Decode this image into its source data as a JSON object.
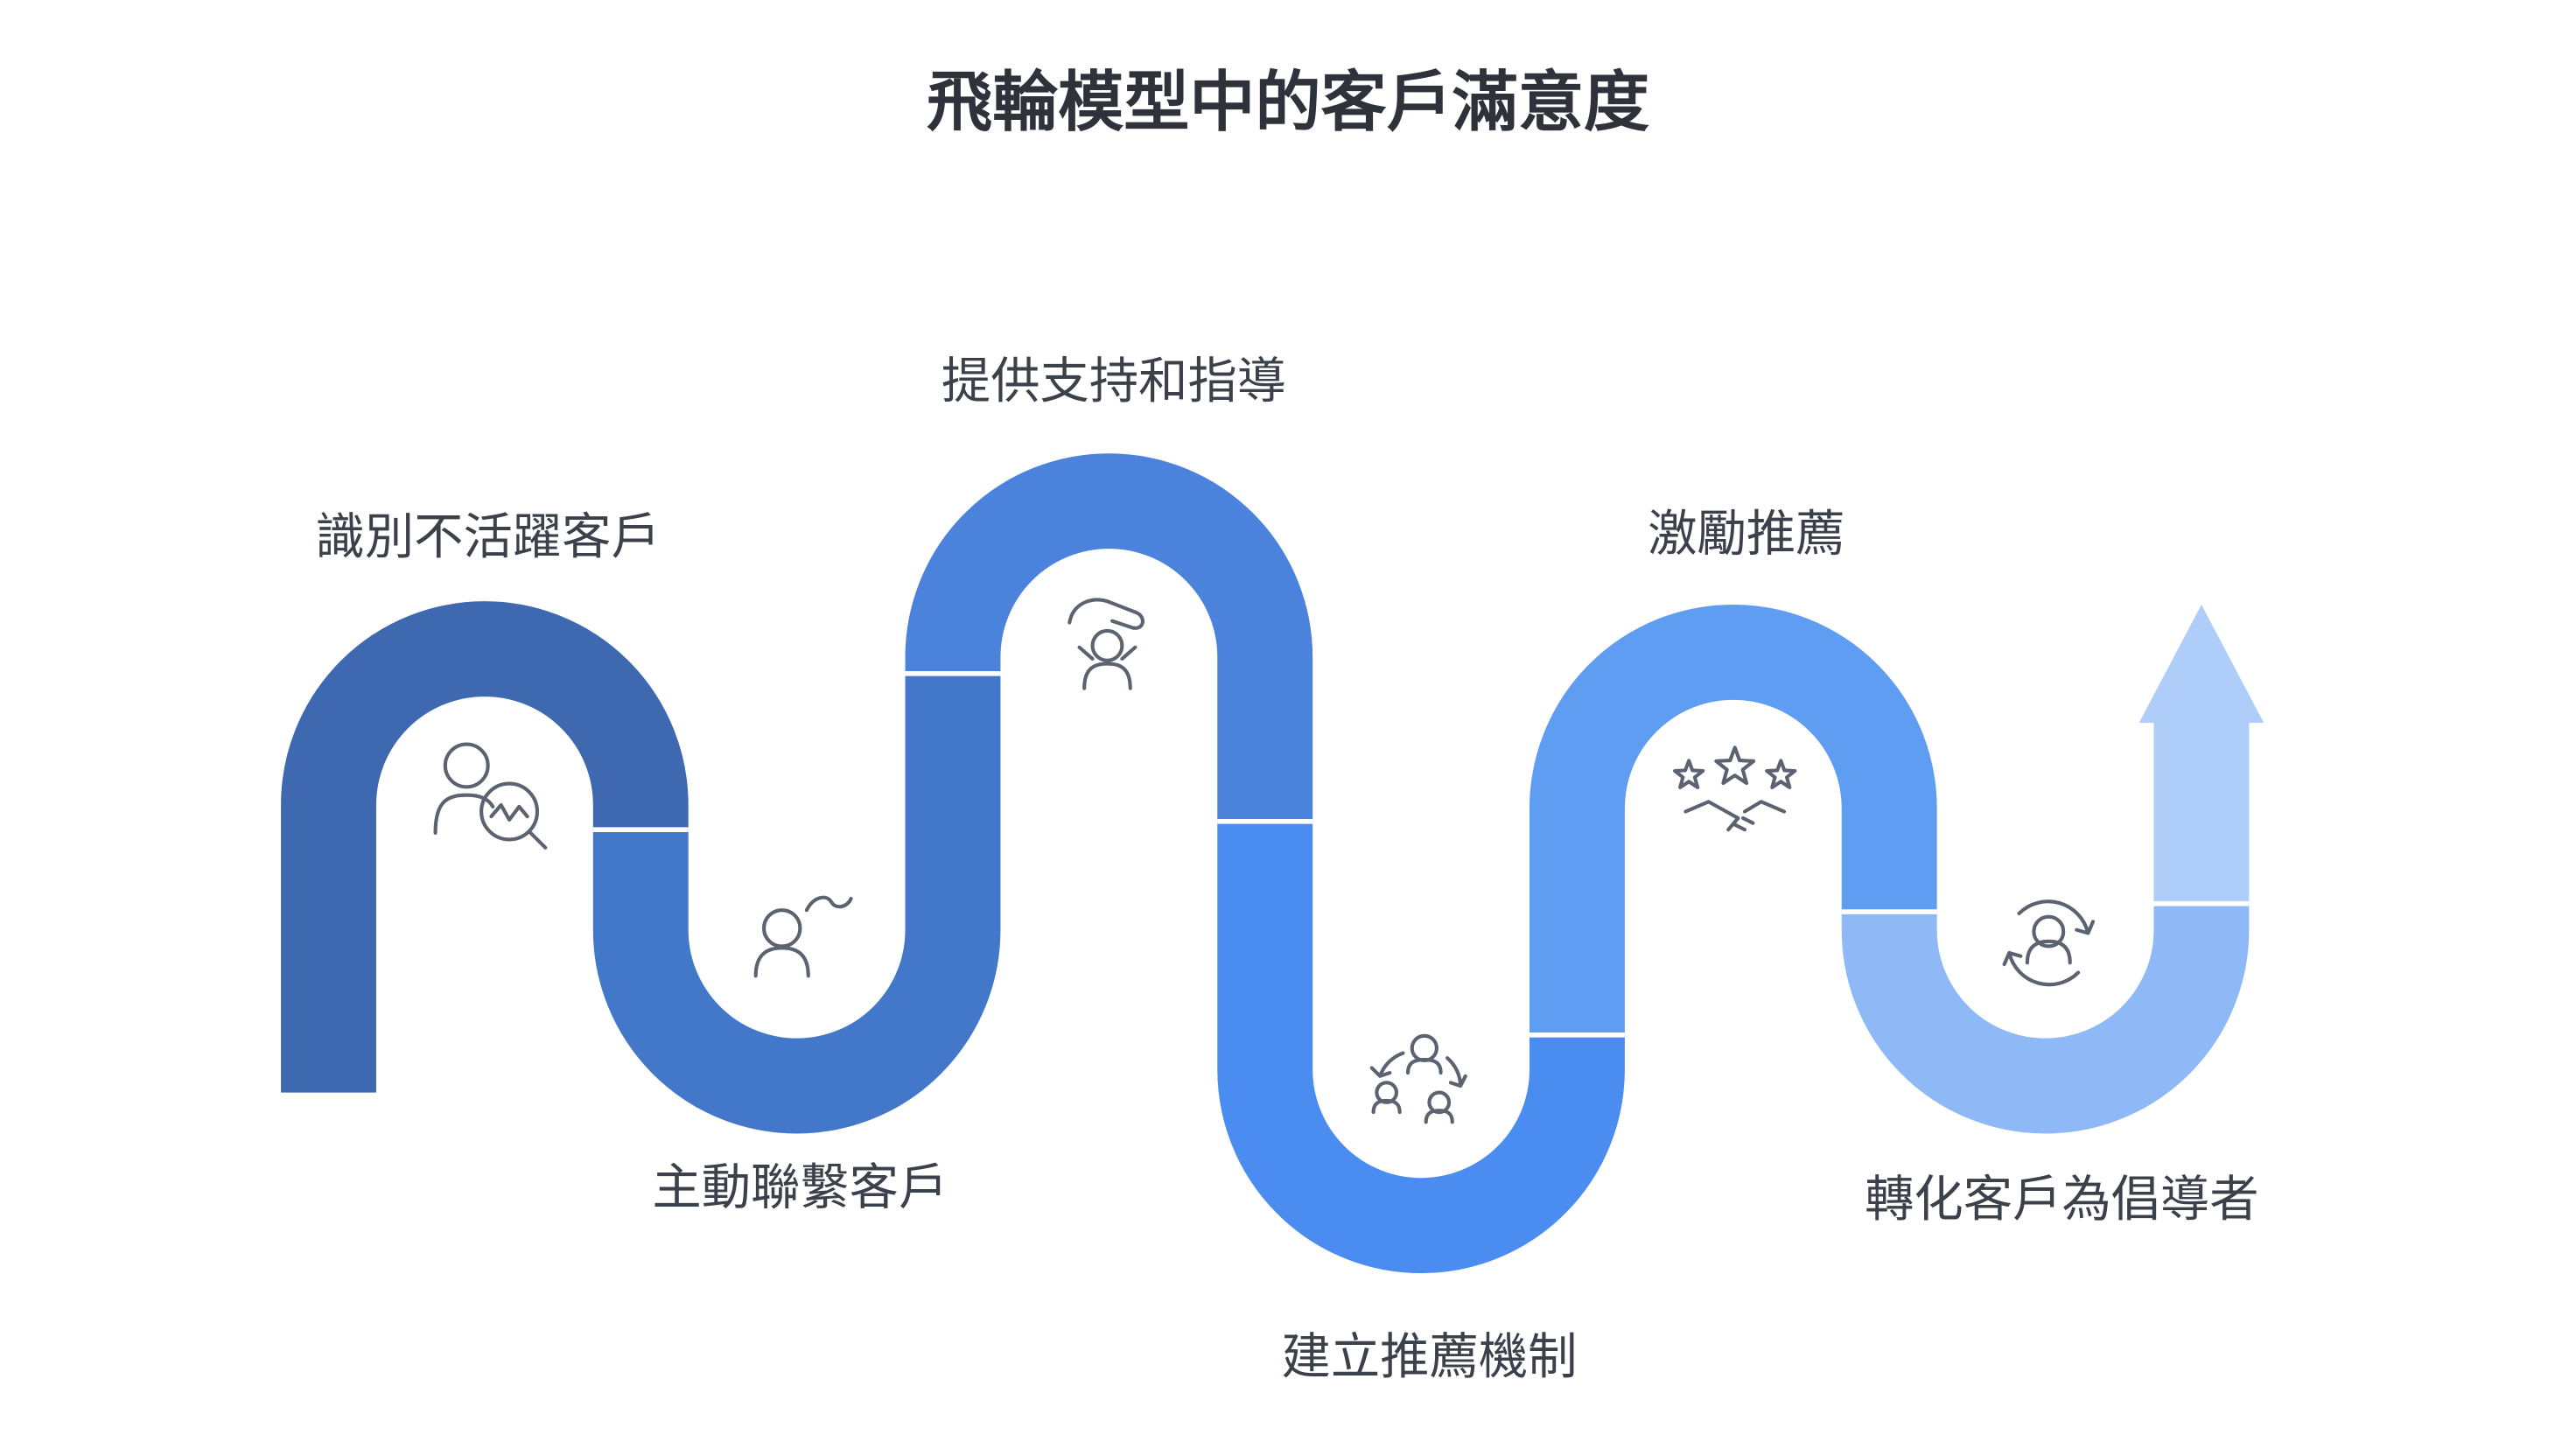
{
  "title": "飛輪模型中的客戶滿意度",
  "steps": [
    {
      "label": "識別不活躍客戶",
      "icon": "person-magnifier-icon",
      "color": "#3E69B0"
    },
    {
      "label": "主動聯繫客戶",
      "icon": "person-wave-icon",
      "color": "#4377C9"
    },
    {
      "label": "提供支持和指導",
      "icon": "hand-support-icon",
      "color": "#4A82DC"
    },
    {
      "label": "建立推薦機制",
      "icon": "referral-network-icon",
      "color": "#4A8CF0"
    },
    {
      "label": "激勵推薦",
      "icon": "stars-handshake-icon",
      "color": "#5F9DF3"
    },
    {
      "label": "轉化客戶為倡導者",
      "icon": "person-refresh-icon",
      "color": "#8FB9F6"
    }
  ],
  "arrow": {
    "color": "#AFCDF9"
  },
  "background": "#FFFFFF",
  "text_color": "#3B414B"
}
